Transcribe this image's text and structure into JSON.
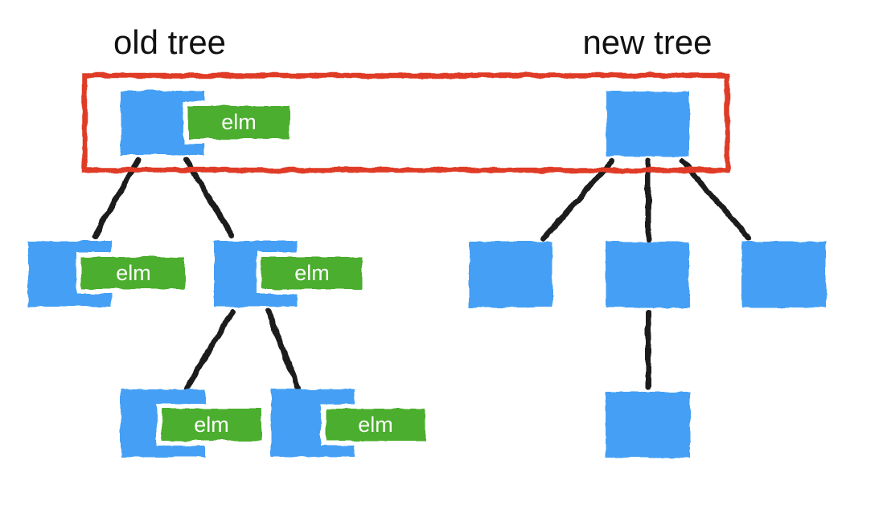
{
  "old_tree": {
    "title": "old tree",
    "tags": {
      "root": "elm",
      "child_left": "elm",
      "child_right": "elm",
      "grandchild_left": "elm",
      "grandchild_right": "elm"
    }
  },
  "new_tree": {
    "title": "new tree"
  },
  "colors": {
    "node_blue": "#45A0F5",
    "tag_green": "#4BAE2F",
    "highlight_red": "#DF3A26",
    "edge_black": "#1B1B1B",
    "tag_text": "#FFFFFF",
    "title_text": "#111111"
  }
}
